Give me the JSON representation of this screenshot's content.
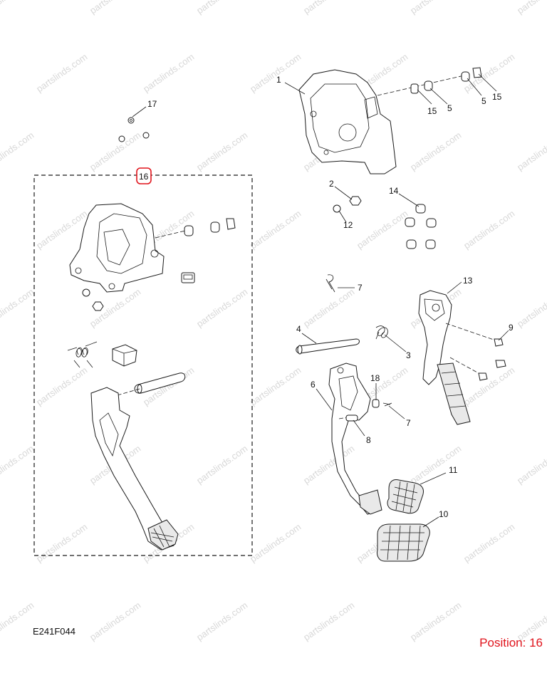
{
  "diagram": {
    "code": "E241F044",
    "position_label": "Position: 16",
    "watermark": "partslinds.com",
    "highlight_color": "#e0141c",
    "callouts": {
      "c1": "1",
      "c2": "2",
      "c3": "3",
      "c4": "4",
      "c5a": "5",
      "c5b": "5",
      "c6": "6",
      "c7a": "7",
      "c7b": "7",
      "c8": "8",
      "c9": "9",
      "c10": "10",
      "c11": "11",
      "c12": "12",
      "c13": "13",
      "c14": "14",
      "c15a": "15",
      "c15b": "15",
      "c16": "16",
      "c17": "17",
      "c18": "18"
    }
  }
}
